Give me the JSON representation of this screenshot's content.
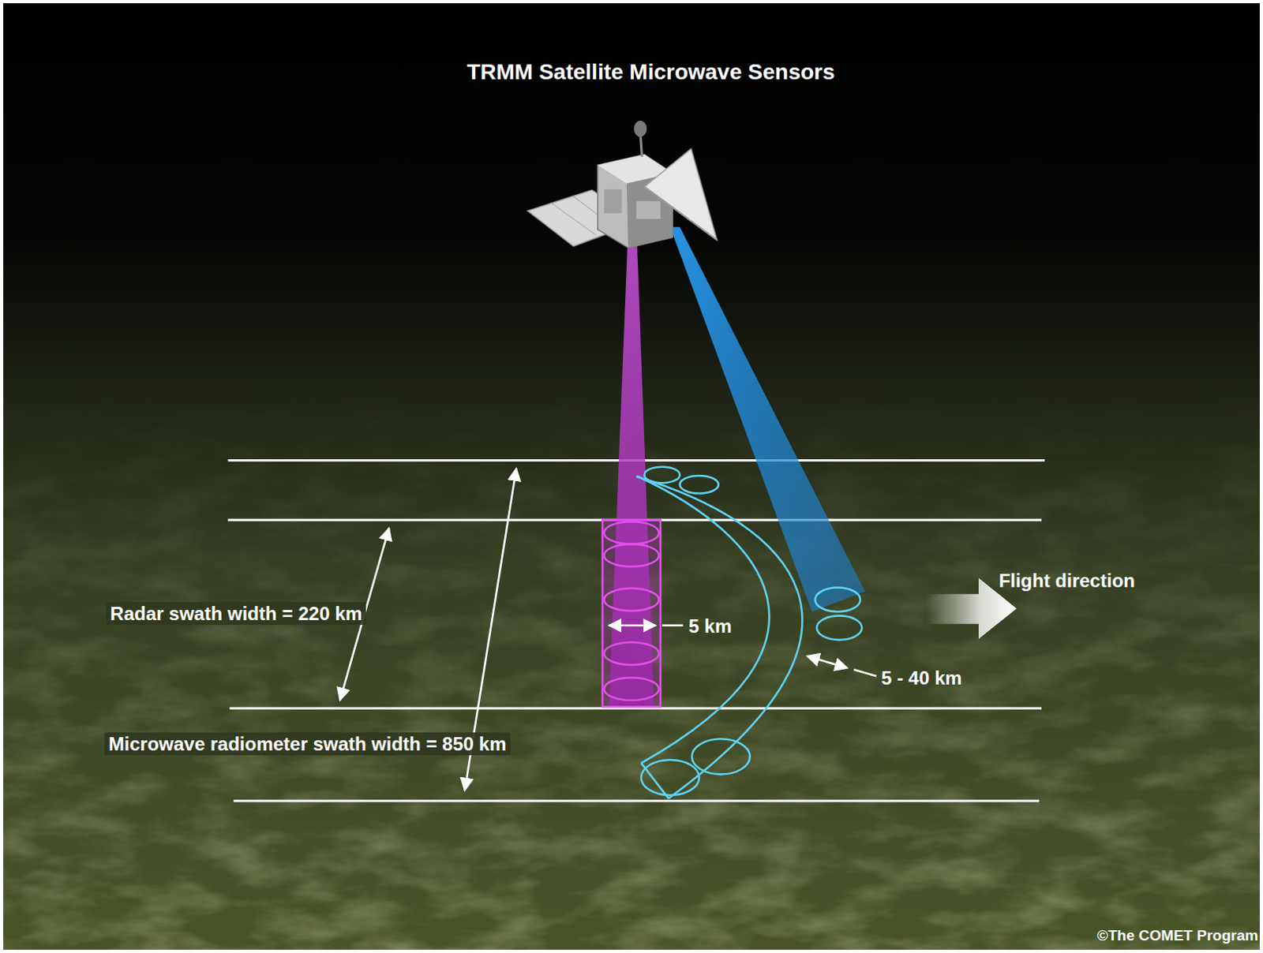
{
  "diagram": {
    "title": "TRMM Satellite Microwave Sensors",
    "labels": [
      "Radar swath width = 220 km",
      "Microwave radiometer swath width = 850 km",
      "5 km",
      "5 - 40 km",
      "Flight direction",
      "©The COMET Program"
    ]
  }
}
